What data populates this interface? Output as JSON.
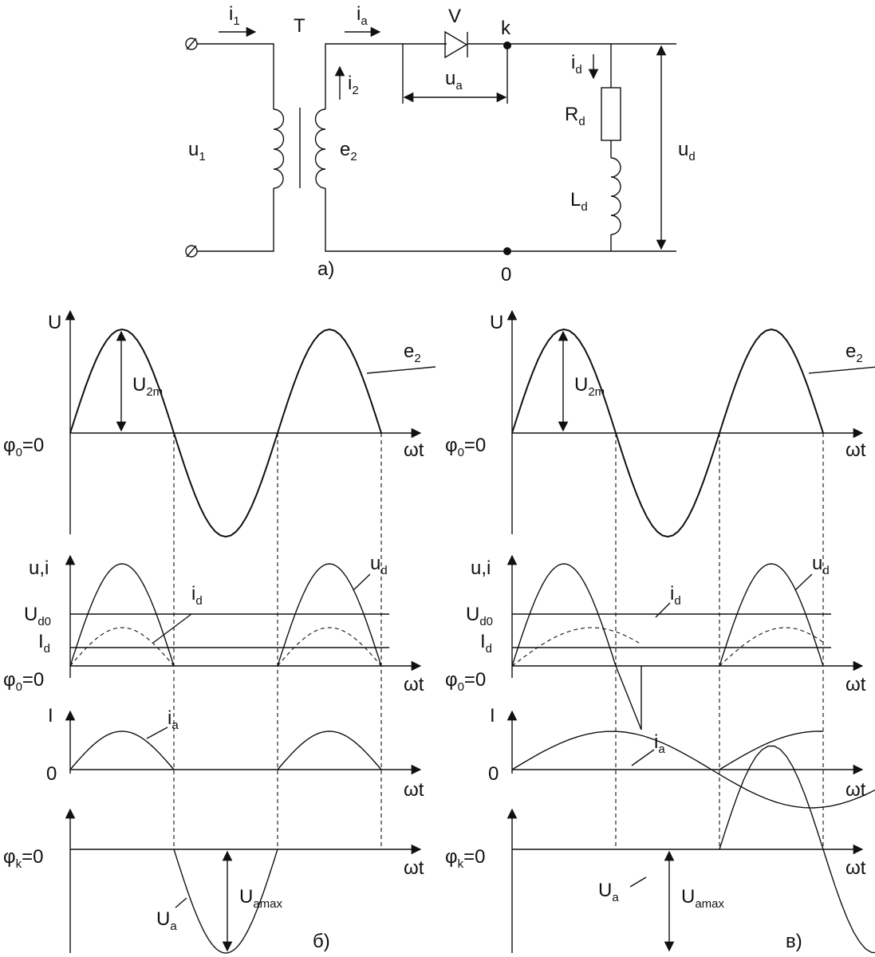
{
  "circuit": {
    "label_i1": "i",
    "label_i1_sub": "1",
    "label_T": "T",
    "label_ia": "i",
    "label_ia_sub": "a",
    "label_V": "V",
    "label_k": "k",
    "label_i2": "i",
    "label_i2_sub": "2",
    "label_ua": "u",
    "label_ua_sub": "a",
    "label_id": "i",
    "label_id_sub": "d",
    "label_Rd": "R",
    "label_Rd_sub": "d",
    "label_u1": "u",
    "label_u1_sub": "1",
    "label_e2": "e",
    "label_e2_sub": "2",
    "label_Ld": "L",
    "label_Ld_sub": "d",
    "label_ud": "u",
    "label_ud_sub": "d",
    "caption_a": "а)",
    "label_zero": "0"
  },
  "plots": {
    "label_U": "U",
    "label_U2m": "U",
    "label_U2m_sub": "2m",
    "label_e2": "e",
    "label_e2_sub": "2",
    "label_phi0": "φ",
    "label_phi0_sub": "0",
    "label_phi0_rest": "=0",
    "label_wt": "ωt",
    "label_ui": "u,i",
    "label_ud": "u",
    "label_ud_sub": "d",
    "label_id": "i",
    "label_id_sub": "d",
    "label_Ud0": "U",
    "label_Ud0_sub": "d0",
    "label_Id": "I",
    "label_Id_sub": "d",
    "label_I": "I",
    "label_ia": "i",
    "label_ia_sub": "a",
    "label_origin0": "0",
    "label_phik": "φ",
    "label_phik_sub": "k",
    "label_phik_rest": "=0",
    "label_Ua": "U",
    "label_Ua_sub": "a",
    "label_Uamax": "U",
    "label_Uamax_sub": "amax",
    "caption_b": "б)",
    "caption_v": "в)"
  }
}
